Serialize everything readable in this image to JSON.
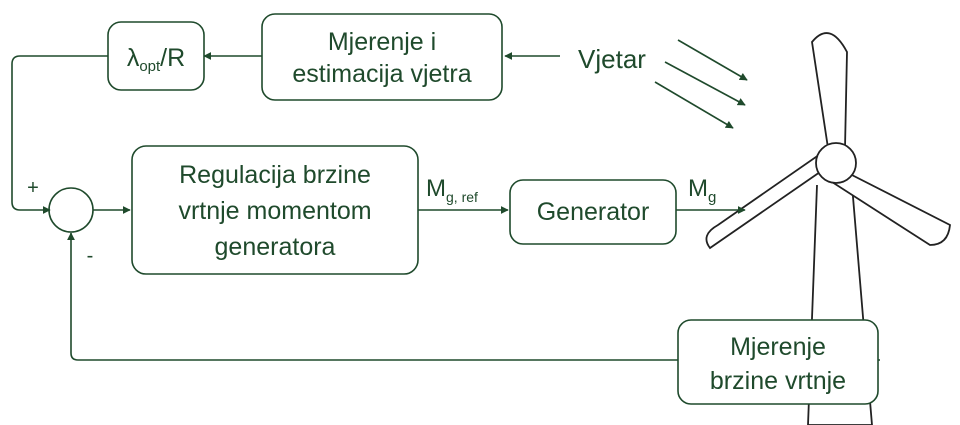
{
  "colors": {
    "line": "#1f4a2c",
    "turbine": "#222222",
    "background": "#ffffff"
  },
  "blocks": {
    "lambda": {
      "symbol": "λ",
      "subscript": "opt",
      "suffix": "/R"
    },
    "wind_measurement": {
      "line1": "Mjerenje i",
      "line2": "estimacija vjetra"
    },
    "speed_controller": {
      "line1": "Regulacija brzine",
      "line2": "vrtnje momentom",
      "line3": "generatora"
    },
    "generator": {
      "label": "Generator"
    },
    "speed_measurement": {
      "line1": "Mjerenje",
      "line2": "brzine vrtnje"
    }
  },
  "signals": {
    "wind": "Vjetar",
    "torque_ref": {
      "main": "M",
      "subscript": "g, ref"
    },
    "torque": {
      "main": "M",
      "subscript": "g"
    },
    "sum_plus": "+",
    "sum_minus": "-"
  },
  "icons": [
    "wind-turbine-icon",
    "wind-arrow-icon",
    "summing-junction-icon"
  ]
}
